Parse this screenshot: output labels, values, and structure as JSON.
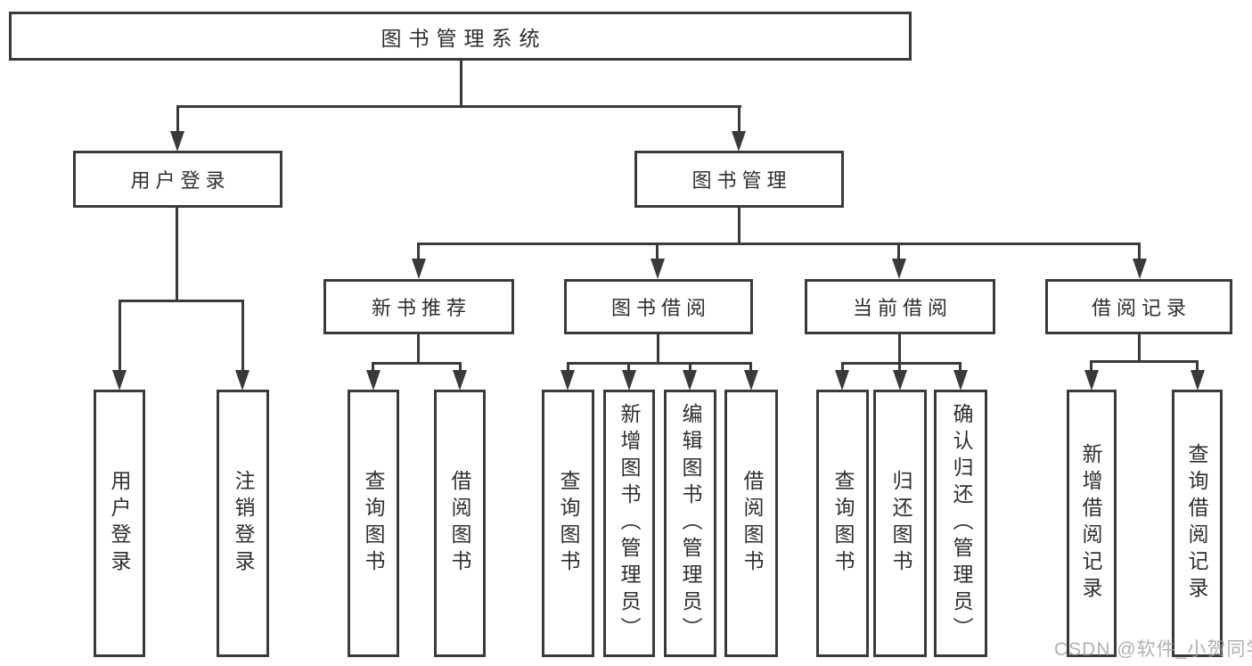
{
  "colors": {
    "line": "#3a3a3c",
    "text": "#2f2f2f",
    "background": "#ffffff",
    "watermark": "#9e9e9e"
  },
  "diagram": {
    "root": "图书管理系统",
    "level1": {
      "user_login": "用户登录",
      "book_management": "图书管理"
    },
    "level2": {
      "new_books": "新书推荐",
      "book_borrow": "图书借阅",
      "current_borrow": "当前借阅",
      "borrow_records": "借阅记录"
    },
    "leaves": {
      "user_login": [
        "用户登录",
        "注销登录"
      ],
      "new_books": [
        "查询图书",
        "借阅图书"
      ],
      "book_borrow": [
        "查询图书",
        "新增图书（管理员）",
        "编辑图书（管理员）",
        "借阅图书"
      ],
      "current_borrow": [
        "查询图书",
        "归还图书",
        "确认归还（管理员）"
      ],
      "borrow_records": [
        "新增借阅记录",
        "查询借阅记录"
      ]
    }
  },
  "watermark": "CSDN @软件_小贺同学"
}
